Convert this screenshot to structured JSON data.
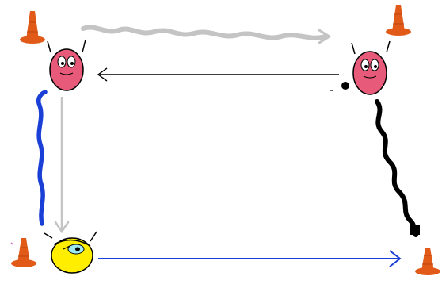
{
  "diagram": {
    "type": "soccer drill / movement diagram",
    "background_color": "#ffffff",
    "elements": {
      "cones": [
        {
          "id": "cone-top-left",
          "icon": "cone-icon",
          "color": "#e25a18"
        },
        {
          "id": "cone-top-right",
          "icon": "cone-icon",
          "color": "#e25a18"
        },
        {
          "id": "cone-bottom-left",
          "icon": "cone-icon",
          "color": "#e25a18"
        },
        {
          "id": "cone-bottom-right",
          "icon": "cone-icon",
          "color": "#e25a18"
        }
      ],
      "players": [
        {
          "id": "player-top-left",
          "icon": "player-face-icon",
          "color": "#e85a7a"
        },
        {
          "id": "player-top-right",
          "icon": "player-face-icon",
          "color": "#e85a7a"
        },
        {
          "id": "player-bottom-left",
          "icon": "player-face-icon",
          "color": "#ffee00"
        }
      ],
      "ball": {
        "id": "ball",
        "icon": "ball-icon",
        "color": "#000000"
      },
      "paths": [
        {
          "id": "path-top-wavy",
          "kind": "player run (wavy)",
          "color": "#bdbdbd",
          "direction": "left-to-right"
        },
        {
          "id": "path-top-pass",
          "kind": "pass",
          "color": "#000000",
          "direction": "right-to-left"
        },
        {
          "id": "path-left-wavy",
          "kind": "dribble (wavy)",
          "color": "#1a3fd6",
          "direction": "upward"
        },
        {
          "id": "path-left-straight",
          "kind": "pass",
          "color": "#bdbdbd",
          "direction": "downward"
        },
        {
          "id": "path-right-wavy",
          "kind": "dribble (wavy)",
          "color": "#000000",
          "direction": "downward"
        },
        {
          "id": "path-bottom-pass",
          "kind": "pass",
          "color": "#1a3fd6",
          "direction": "left-to-right"
        }
      ]
    }
  }
}
